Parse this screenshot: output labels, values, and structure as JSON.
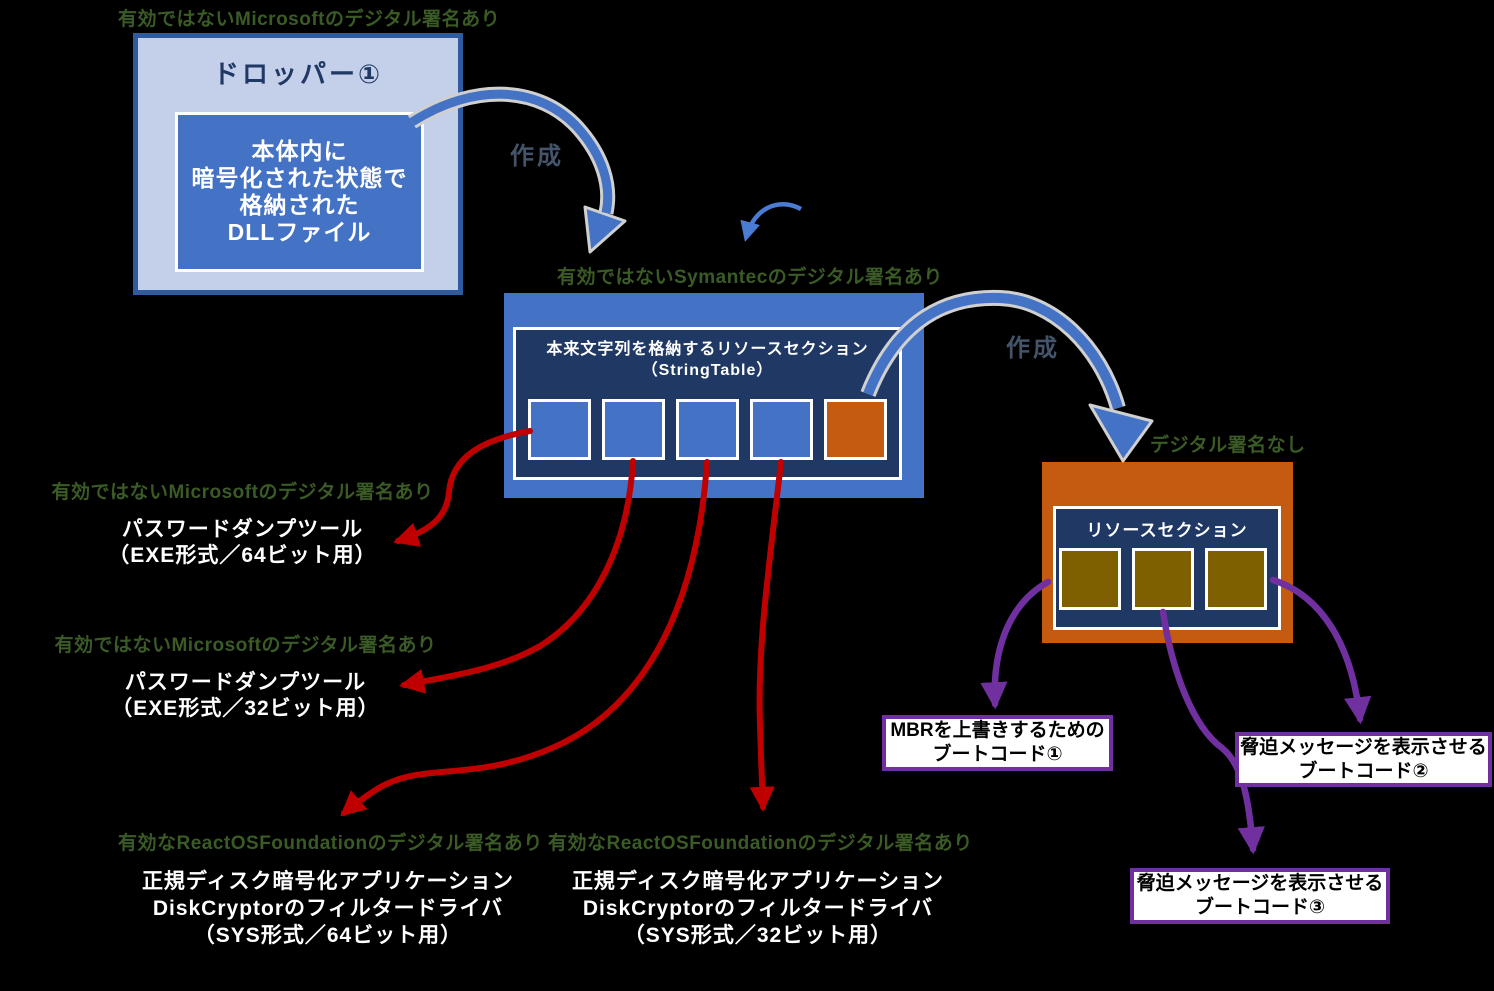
{
  "diagram": {
    "dropper": {
      "signature": "有効ではないMicrosoftのデジタル署名あり",
      "title": "ドロッパー①",
      "payload": {
        "line1": "本体内に",
        "line2": "暗号化された状態で",
        "line3": "格納された",
        "line4": "DLLファイル"
      }
    },
    "create_label_1": "作成",
    "create_label_2": "作成",
    "stringtable_box": {
      "signature": "有効ではないSymantecのデジタル署名あり",
      "title_line1": "本来文字列を格納するリソースセクション",
      "title_line2": "（StringTable）",
      "slot_count": 5
    },
    "resource_box": {
      "signature": "デジタル署名なし",
      "title": "リソースセクション",
      "slot_count": 3
    },
    "extracted_files": [
      {
        "signature": "有効ではないMicrosoftのデジタル署名あり",
        "line1": "パスワードダンプツール",
        "line2": "（EXE形式／64ビット用）"
      },
      {
        "signature": "有効ではないMicrosoftのデジタル署名あり",
        "line1": "パスワードダンプツール",
        "line2": "（EXE形式／32ビット用）"
      },
      {
        "signature": "有効なReactOSFoundationのデジタル署名あり",
        "line1": "正規ディスク暗号化アプリケーション",
        "line2": "DiskCryptorのフィルタードライバ",
        "line3": "（SYS形式／64ビット用）"
      },
      {
        "signature": "有効なReactOSFoundationのデジタル署名あり",
        "line1": "正規ディスク暗号化アプリケーション",
        "line2": "DiskCryptorのフィルタードライバ",
        "line3": "（SYS形式／32ビット用）"
      }
    ],
    "boot_codes": [
      {
        "line1": "MBRを上書きするための",
        "line2": "ブートコード①"
      },
      {
        "line1": "脅迫メッセージを表示させる",
        "line2": "ブートコード②"
      },
      {
        "line1": "脅迫メッセージを表示させる",
        "line2": "ブートコード③"
      }
    ],
    "colors": {
      "blue": "#4472C4",
      "navy": "#1F3864",
      "light_blue": "#C4CFE9",
      "dropper_border": "#2E5C9E",
      "orange": "#C55A11",
      "olive": "#7F6000",
      "red_arrow": "#C00000",
      "purple_arrow": "#7030A0",
      "green_text": "#3B5B26",
      "create_text": "#44546A",
      "arrow_casing": "#D0D0D0"
    }
  }
}
